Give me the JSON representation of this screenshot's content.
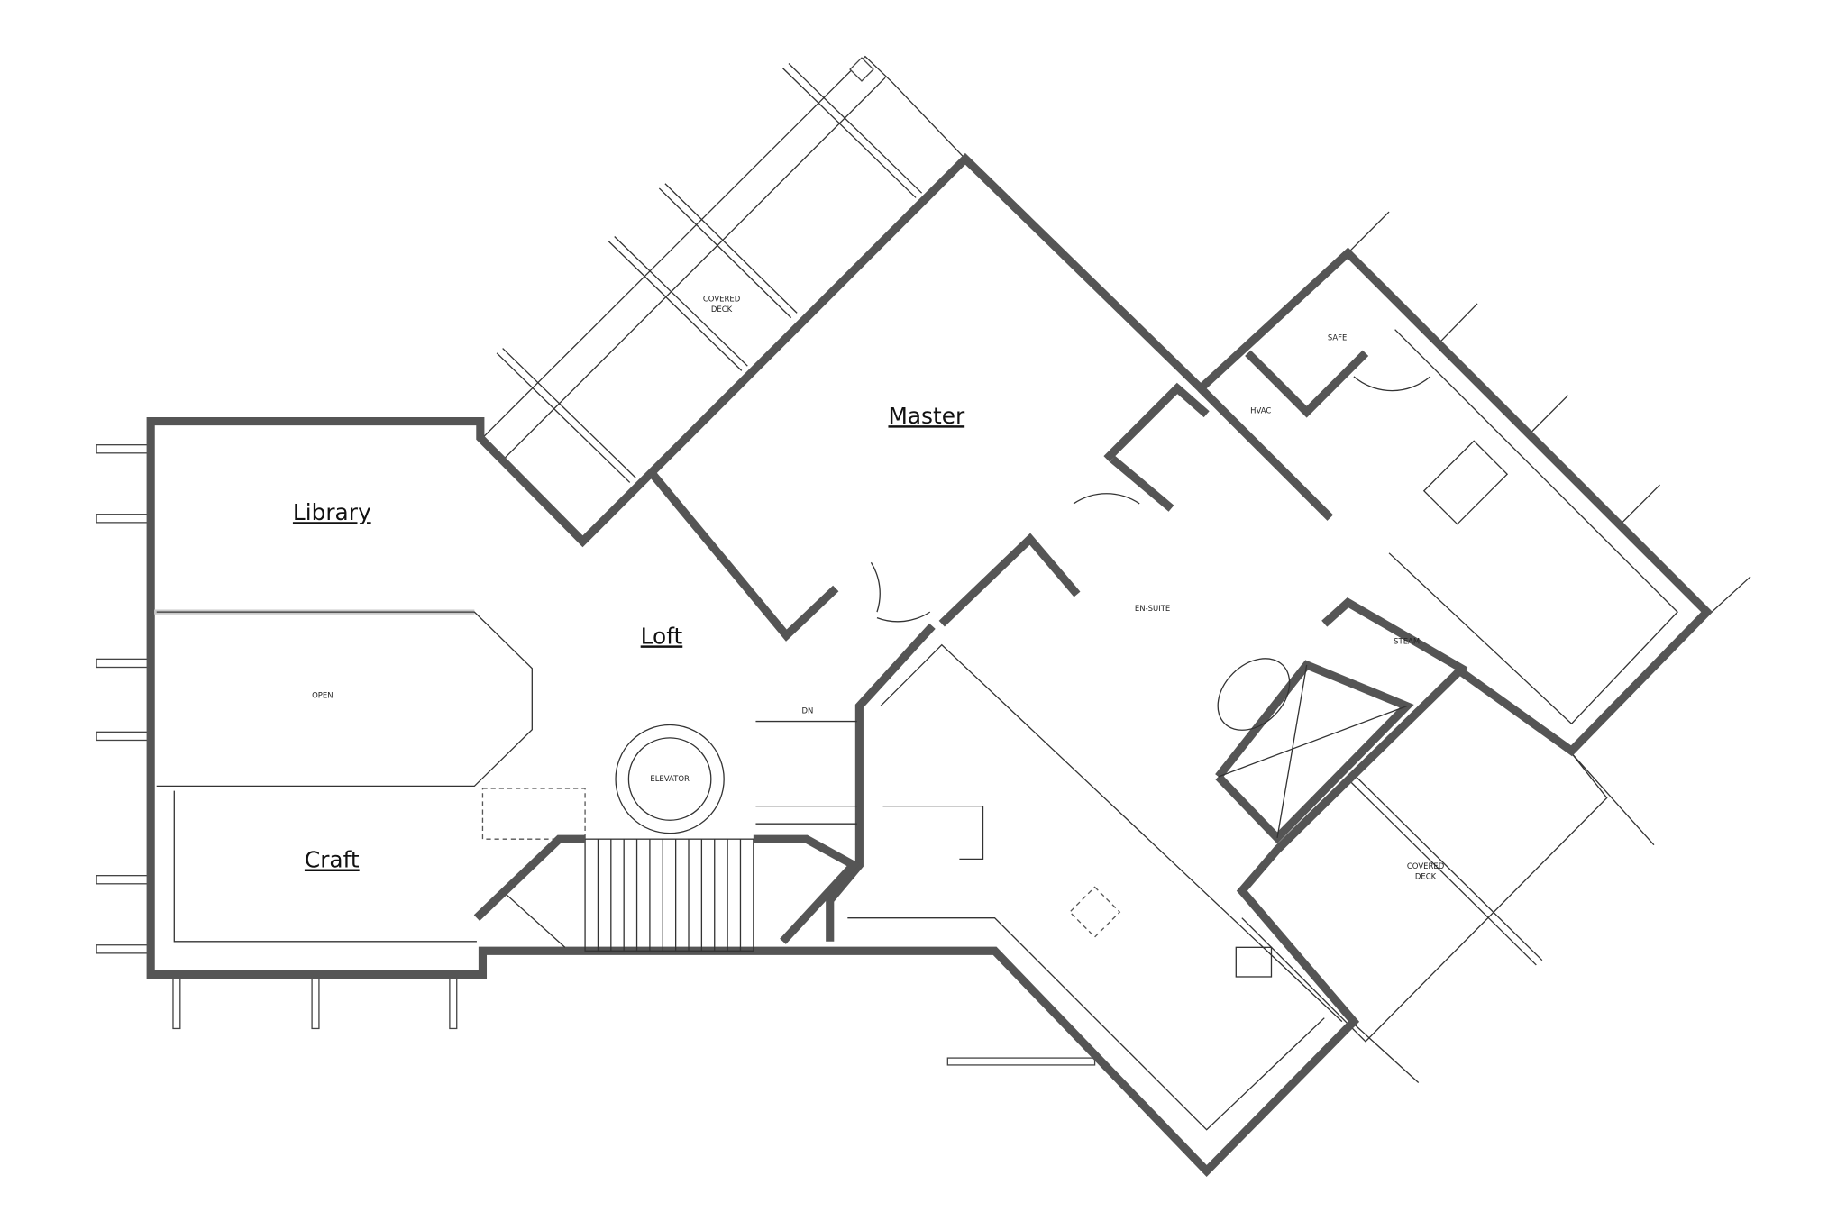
{
  "plan": {
    "rooms": {
      "library": "Library",
      "loft": "Loft",
      "master": "Master",
      "craft": "Craft"
    },
    "notes": {
      "open": "OPEN",
      "elevator": "ELEVATOR",
      "dn": "DN",
      "covered_deck_1_line1": "COVERED",
      "covered_deck_1_line2": "DECK",
      "covered_deck_2_line1": "COVERED",
      "covered_deck_2_line2": "DECK",
      "safe": "SAFE",
      "hvac": "HVAC",
      "en_suite": "EN-SUITE",
      "steam": "STEAM"
    }
  }
}
